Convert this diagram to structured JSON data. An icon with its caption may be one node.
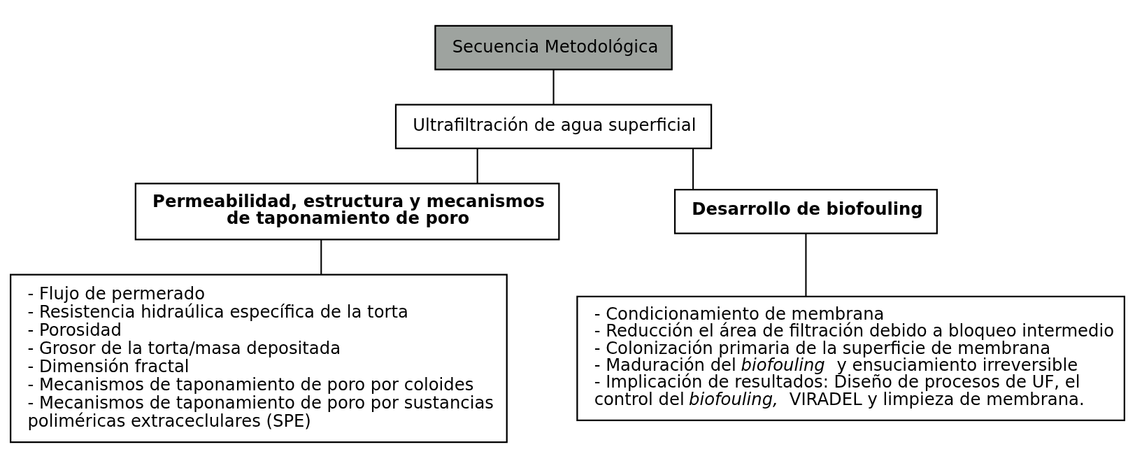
{
  "diagram": {
    "nodes": [
      {
        "text": [
          "Secuencia Metodológica"
        ]
      },
      {
        "text": [
          "Ultrafiltración de agua superficial"
        ]
      },
      {
        "text": [
          "Permeabilidad, estructura y mecanismos de taponamiento de poro"
        ]
      },
      {
        "text": [
          "Desarrollo de biofouling"
        ]
      },
      {
        "text": [
          "- Flujo de permerado",
          "- Resistencia hidraúlica específica de la torta",
          "- Porosidad",
          "- Grosor de la torta/masa depositada",
          "- Dimensión fractal",
          "- Mecanismos de taponamiento de poro por coloides",
          "- Mecanismos de taponamiento de poro por sustancias poliméricas extraceclulares (SPE)"
        ]
      },
      {
        "text": [
          "- Condicionamiento de membrana",
          "- Reducción el área de filtración debido a bloqueo intermedio",
          "- Colonización primaria de la superficie de membrana",
          "- Maduración del *biofouling* y ensuciamiento irreversible",
          "- Implicación de resultados: Diseño de procesos de UF, el control del *biofouling,* VIRADEL y limpieza de membrana."
        ]
      }
    ],
    "edges": [
      {
        "from": 0,
        "to": 1,
        "arrow": "none"
      },
      {
        "from": 1,
        "to": 2,
        "arrow": "none"
      },
      {
        "from": 1,
        "to": 3,
        "arrow": "none"
      },
      {
        "from": 2,
        "to": 4,
        "arrow": "none"
      },
      {
        "from": 3,
        "to": 5,
        "arrow": "none"
      }
    ]
  }
}
